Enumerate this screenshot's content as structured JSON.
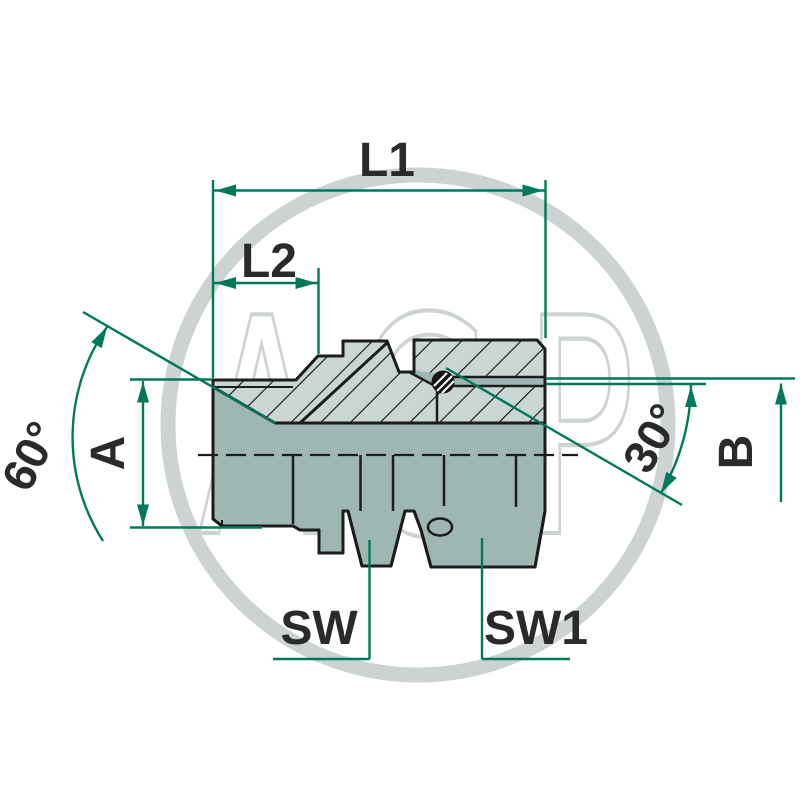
{
  "drawing_title": "",
  "labels": {
    "l1": "L1",
    "l2": "L2",
    "a": "A",
    "b": "B",
    "angle_left": "60°",
    "angle_right": "30°",
    "sw": "SW",
    "sw1": "SW1"
  },
  "watermark": {
    "text": "AGP"
  },
  "colors": {
    "dimension_green": "#00795b",
    "body_fill": "#9fb7b3",
    "section_fill": "#c9d6d3",
    "outline": "#1c1c1c",
    "watermark_gray": "#cdd3d2",
    "label_text": "#2a2a2a",
    "background": "#ffffff"
  }
}
